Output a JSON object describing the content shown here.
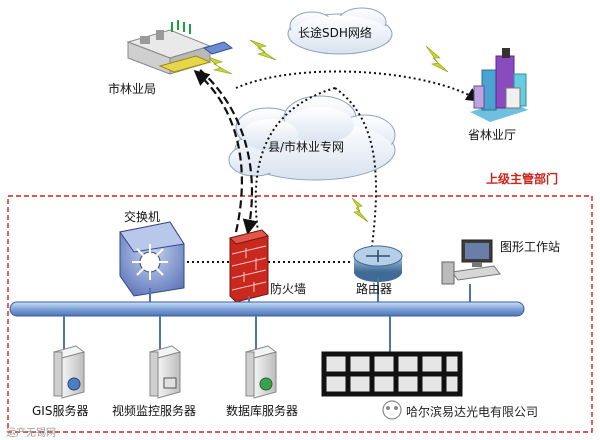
{
  "labels": {
    "city_bureau": "市林业局",
    "sdh_network": "长途SDH网络",
    "provincial_office": "省林业厅",
    "private_network": "县/市林业专网",
    "superior_dept": "上级主管部门",
    "switch": "交换机",
    "firewall": "防火墙",
    "router": "路由器",
    "workstation": "图形工作站",
    "gis_server": "GIS服务器",
    "video_server": "视频监控服务器",
    "db_server": "数据库服务器"
  },
  "watermark": {
    "company": "哈尔滨易达光电有限公司",
    "corner": "运产无锡网"
  },
  "colors": {
    "border_red": "#d0221a",
    "bus_blue": "#7fa3d9",
    "switch_blue": "#6e86c8",
    "firewall_red": "#c9281e",
    "lightning": "#c8d62a"
  }
}
